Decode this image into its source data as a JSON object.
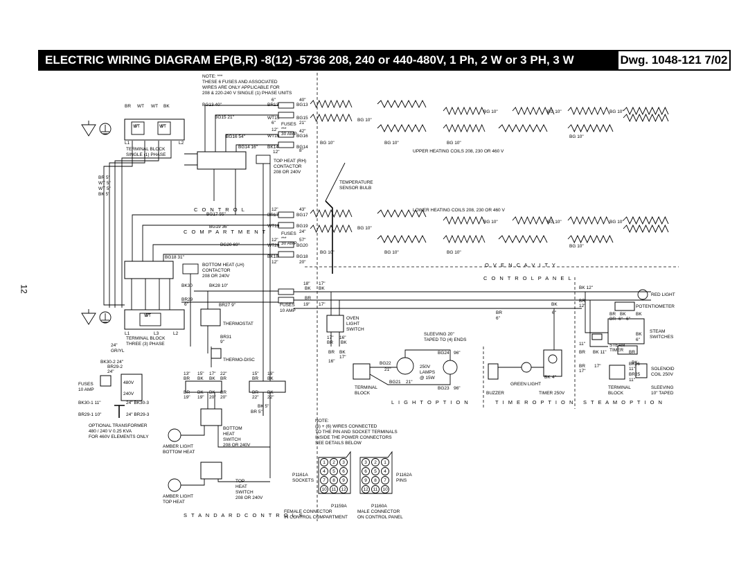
{
  "header": {
    "title": "ELECTRIC WIRING DIAGRAM   EP(B,R) -8(12) -5736   208, 240 or 440-480V, 1 Ph, 2 W or 3 PH, 3 W",
    "drawing_number": "Dwg. 1048-121 7/02"
  },
  "page_number": "12",
  "notes": {
    "fuse_note": [
      "NOTE: ***",
      "THESE 6 FUSES AND ASSOCIATED",
      "WIRES ARE ONLY APPLICABLE FOR",
      "208 & 220-240 V SINGLE (1) PHASE UNITS"
    ],
    "connector_note": [
      "NOTE:",
      "(6) + (6)  WIRES CONNECTED",
      "TO THE PIN AND SOCKET TERMINALS",
      "INSIDE THE POWER CONNECTORS",
      "SEE DETAILS BELOW"
    ]
  },
  "terminal_blocks": {
    "single": {
      "top": [
        "BR",
        "WT",
        "WT",
        "BK"
      ],
      "inner": [
        "5\"",
        "WT",
        "5\"",
        "WT"
      ],
      "bottom": [
        "L1",
        "L2"
      ],
      "caption": [
        "TERMINAL BLOCK",
        "SINGLE (1) PHASE"
      ]
    },
    "three": {
      "inner": [
        "5\"",
        "WT"
      ],
      "bottom": [
        "L1",
        "L3",
        "L2"
      ],
      "caption": [
        "TERMINAL BLOCK",
        "THREE (3) PHASE"
      ],
      "ground": [
        "24\"",
        "GR/YL"
      ]
    }
  },
  "wire_labels": {
    "supply": [
      "BR 5\"",
      "WT 5\"",
      "WT 5\"",
      "BK 5\""
    ],
    "upper": [
      "BG13  40\"",
      "BG15  21\"",
      "BG16  54\"",
      "BG14  16\"",
      "BK14",
      "12\""
    ],
    "upper_right": [
      "6\"",
      "BR13",
      "40\"",
      "BG13",
      "WT15",
      "BG15",
      "6\"",
      "21\"",
      "12\"",
      "42\"",
      "WT16",
      "BG16",
      "8\"",
      "BG14"
    ],
    "fuses_top": [
      "FUSES",
      "***",
      "30 AMP"
    ],
    "lower": [
      "BG17  55\"",
      "BG19  36\"",
      "BG20  69\"",
      "BG18  31\""
    ],
    "lower_right": [
      "12\"",
      "43\"",
      "BR17",
      "BG17",
      "WT19",
      "BG19",
      "24\"",
      "12\"",
      "57\"",
      "WT20",
      "BG20",
      "BK18",
      "BG18",
      "12\"",
      "20\""
    ],
    "fuses_lower": [
      "FUSES",
      "***",
      "30 AMP"
    ],
    "control": "C O N T R O L",
    "compartment": "C O M P A R T M E N T"
  },
  "contactors": {
    "top": [
      "TOP HEAT (RH)",
      "CONTACTOR",
      "208 OR 240V"
    ],
    "bottom": [
      "BOTTOM HEAT (LH)",
      "CONTACTOR",
      "208 OR 240V"
    ]
  },
  "coils": {
    "upper_caption": "UPPER HEATING COILS 208, 230 OR 460 V",
    "lower_caption": "LOWER HEATING COILS 208, 230 OR 460 V",
    "bg_labels_top": [
      "BG 10\"",
      "BG 10\"",
      "BG 10\"",
      "BG 10\""
    ],
    "bg_labels_bottom": [
      "BG 10\"",
      "BG 10\"",
      "BG 10\"",
      "BG 10\""
    ]
  },
  "sensor": [
    "TEMPERATURE",
    "SENSOR BULB"
  ],
  "oven_cavity": "O V E N   C A V I T Y",
  "control_panel": "C O N T R O L   P A N E L",
  "thermostat": {
    "label": "THERMOSTAT",
    "wires": [
      "BK30",
      "BK28 10\"",
      "BR29",
      "6\"",
      "BR27  9\"",
      "BR31",
      "9\""
    ],
    "fuses": [
      "FUSES",
      "10 AMP"
    ]
  },
  "thermo_disc": "THERMO-DISC",
  "fuse_junction": [
    "18\"",
    "BK",
    "BR",
    "19\"",
    "17\"",
    "BK",
    "17\""
  ],
  "oven_light": {
    "label": [
      "OVEN",
      "LIGHT",
      "SWITCH"
    ],
    "wires": [
      "17\"",
      "BR",
      "16\"",
      "BK",
      "BR",
      "16\"",
      "BK",
      "17\""
    ]
  },
  "light_option": {
    "terminal": [
      "TERMINAL",
      "BLOCK"
    ],
    "sleeving": [
      "SLEEVING 20\"",
      "TAPED TO (4) ENDS"
    ],
    "lamps": [
      "250V",
      "LAMPS",
      "@ 15W"
    ],
    "wires": [
      "BG22",
      "21\"",
      "BG21",
      "21\"",
      "BG24",
      "96\"",
      "BG23",
      "96\""
    ],
    "caption": "L I G H T   O P T I O N"
  },
  "timer_option": {
    "buzzer": "BUZZER",
    "green_light": "GREEN LIGHT",
    "timer": "TIMER 250V",
    "wires": [
      "BR",
      "6\"",
      "BK",
      "6\"",
      "BK",
      "4\""
    ],
    "caption": "T I M E R   O P T I O N"
  },
  "steam_option": {
    "red_light": "RED LIGHT",
    "potentiometer": "POTENTIOMETER",
    "switches": [
      "STEAM",
      "SWITCHES"
    ],
    "timer": [
      "STEAM",
      "TIMER"
    ],
    "solenoid": [
      "SOLENOID",
      "COIL 250V"
    ],
    "terminal": [
      "TERMINAL",
      "BLOCK"
    ],
    "sleeving": [
      "SLEEVING",
      "10\" TAPED"
    ],
    "wires": [
      "BK 12\"",
      "BR",
      "12\"",
      "BR",
      "BK",
      "BR",
      "6\"",
      "6\"",
      "BK",
      "6\"",
      "11\"",
      "BR",
      "BK 11\"",
      "BR",
      "BK",
      "BR",
      "17\"",
      "BK26",
      "11\"",
      "BR25",
      "11\"",
      "17\"",
      "BK"
    ],
    "caption": "S T E A M   O P T I O N"
  },
  "transformer": {
    "wires": [
      "BK30-2  24\"",
      "BR29-2",
      "24\"",
      "480V",
      "240V",
      "BK30-1  11\"",
      "24\"  BK30-3",
      "BR29-1  10\"",
      "24\"  BR29-3"
    ],
    "fuses": [
      "FUSES",
      "10 AMP"
    ],
    "caption": [
      "OPTIONAL TRANSFORMER",
      "480 / 240 V    0.25 KVA",
      "FOR 460V ELEMENTS ONLY"
    ]
  },
  "connectors_mid": {
    "left_wires": [
      "13\"",
      "BR",
      "BR",
      "19\"",
      "15\"",
      "BK",
      "BK",
      "19\"",
      "17\"",
      "BK",
      "BK",
      "20\"",
      "22\"",
      "BR",
      "BR",
      "20\""
    ],
    "right_wires": [
      "15\"",
      "BR",
      "BR",
      "22\"",
      "16\"",
      "BK",
      "BK",
      "22\"",
      "BK 5\"",
      "BR 5\""
    ]
  },
  "switches": {
    "bottom": [
      "BOTTOM",
      "HEAT",
      "SWITCH",
      "208 OR 240V"
    ],
    "top": [
      "TOP",
      "HEAT",
      "SWITCH",
      "208 OR 240V"
    ],
    "amber_bottom": [
      "AMBER LIGHT",
      "BOTTOM HEAT"
    ],
    "amber_top": [
      "AMBER LIGHT",
      "TOP HEAT"
    ]
  },
  "standard_controls": "S T A N D A R D   C O N T R O L S",
  "connector_details": {
    "female": {
      "id": "P1161A",
      "label": "SOCKETS",
      "rows": [
        [
          "1",
          "2",
          "3"
        ],
        [
          "4",
          "5",
          "6"
        ],
        [
          "7",
          "8",
          "9"
        ],
        [
          "10",
          "11",
          "12"
        ]
      ],
      "part": "P1159A",
      "caption": [
        "FEMALE CONNECTOR",
        "IN CONTROL COMPARTMENT"
      ]
    },
    "male": {
      "id": "P1162A",
      "label": "PINS",
      "rows": [
        [
          "3",
          "2",
          "1"
        ],
        [
          "6",
          "5",
          "4"
        ],
        [
          "9",
          "8",
          "7"
        ],
        [
          "12",
          "11",
          "10"
        ]
      ],
      "part": "P1160A",
      "caption": [
        "MALE CONNECTOR",
        "ON CONTROL PANEL"
      ]
    }
  }
}
